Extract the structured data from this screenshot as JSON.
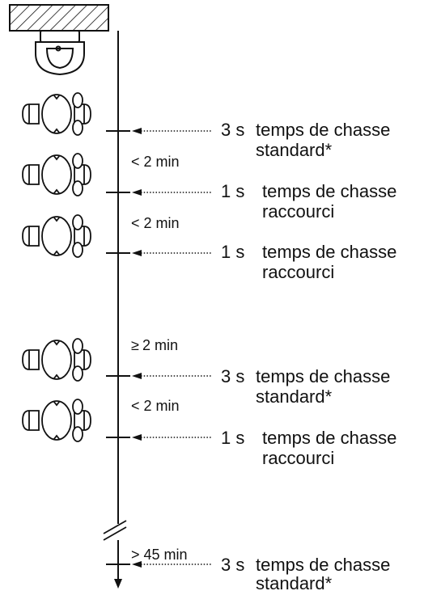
{
  "intervals": [
    "< 2 min",
    "< 2 min",
    "≥ 2 min",
    "< 2 min",
    "> 45 min"
  ],
  "ge_interval": {
    "symbol": "≥",
    "rest": "2 min"
  },
  "flushes": [
    {
      "duration": "3 s",
      "line1": "temps de chasse",
      "line2": "standard*"
    },
    {
      "duration": "1 s",
      "line1": "temps de chasse",
      "line2": "raccourci"
    },
    {
      "duration": "1 s",
      "line1": "temps de chasse",
      "line2": "raccourci"
    },
    {
      "duration": "3 s",
      "line1": "temps de chasse",
      "line2": "standard*"
    },
    {
      "duration": "1 s",
      "line1": "temps de chasse",
      "line2": "raccourci"
    },
    {
      "duration": "3 s",
      "line1": "temps de chasse",
      "line2": "standard*"
    }
  ],
  "icons": {
    "urinal": "urinal-icon",
    "person": "person-top-view-icon",
    "wall": "wall-hatch-icon",
    "arrow": "dotted-arrow-icon",
    "axis_break": "axis-break-icon"
  }
}
